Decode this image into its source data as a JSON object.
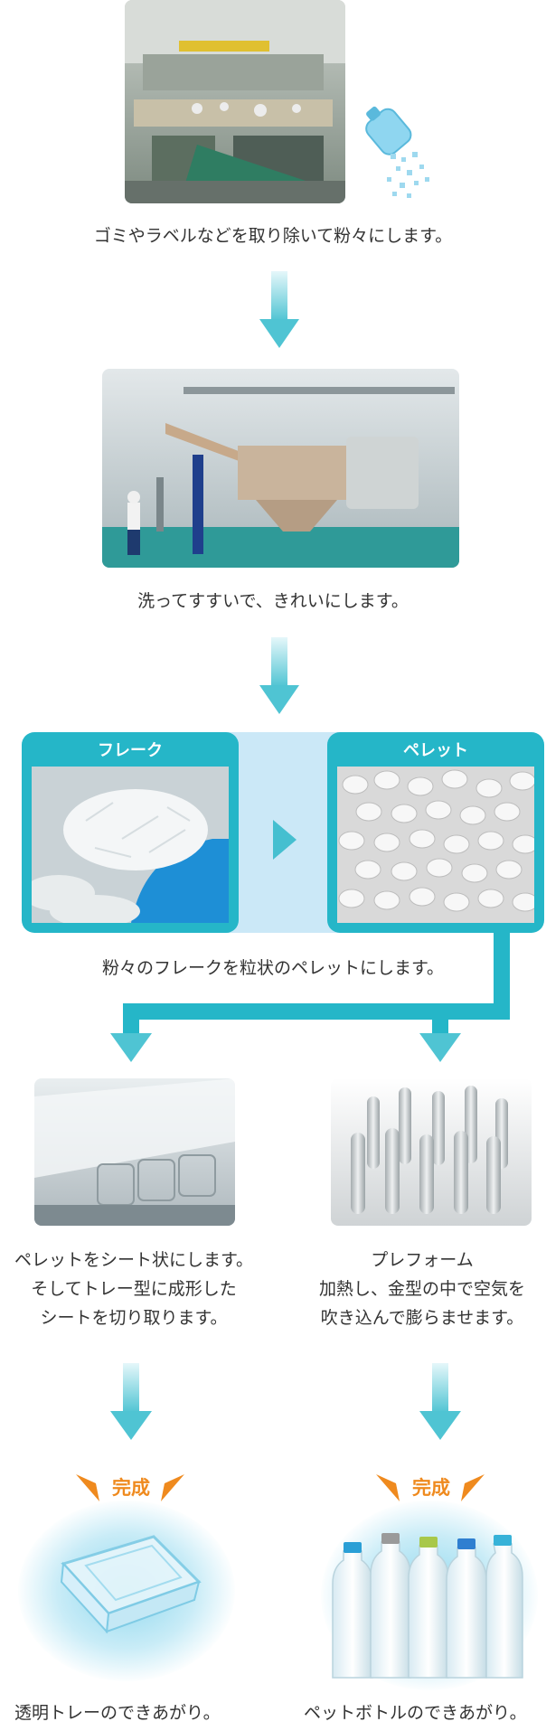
{
  "steps": [
    {
      "caption": "ゴミやラベルなどを取り除いて粉々にします。"
    },
    {
      "caption": "洗ってすすいで、きれいにします。"
    }
  ],
  "pellet_step": {
    "flake_label": "フレーク",
    "pellet_label": "ペレット",
    "caption": "粉々のフレークを粒状のペレットにします。"
  },
  "branches": {
    "tray": {
      "lines": [
        "ペレットをシート状にします。",
        "そしてトレー型に成形した",
        "シートを切り取ります。"
      ],
      "complete_label": "完成",
      "final_caption": "透明トレーのできあがり。"
    },
    "bottle": {
      "lines": [
        "プレフォーム",
        "加熱し、金型の中で空気を",
        "吹き込んで膨らませます。"
      ],
      "complete_label": "完成",
      "final_caption": "ペットボトルのできあがり。"
    }
  },
  "colors": {
    "accent_teal": "#25b6c8",
    "arrow_light": "#bde9f0",
    "arrow_dark": "#4fc4d3",
    "panel_light_blue": "#cbe8f7",
    "complete_orange": "#ef8a1e"
  }
}
